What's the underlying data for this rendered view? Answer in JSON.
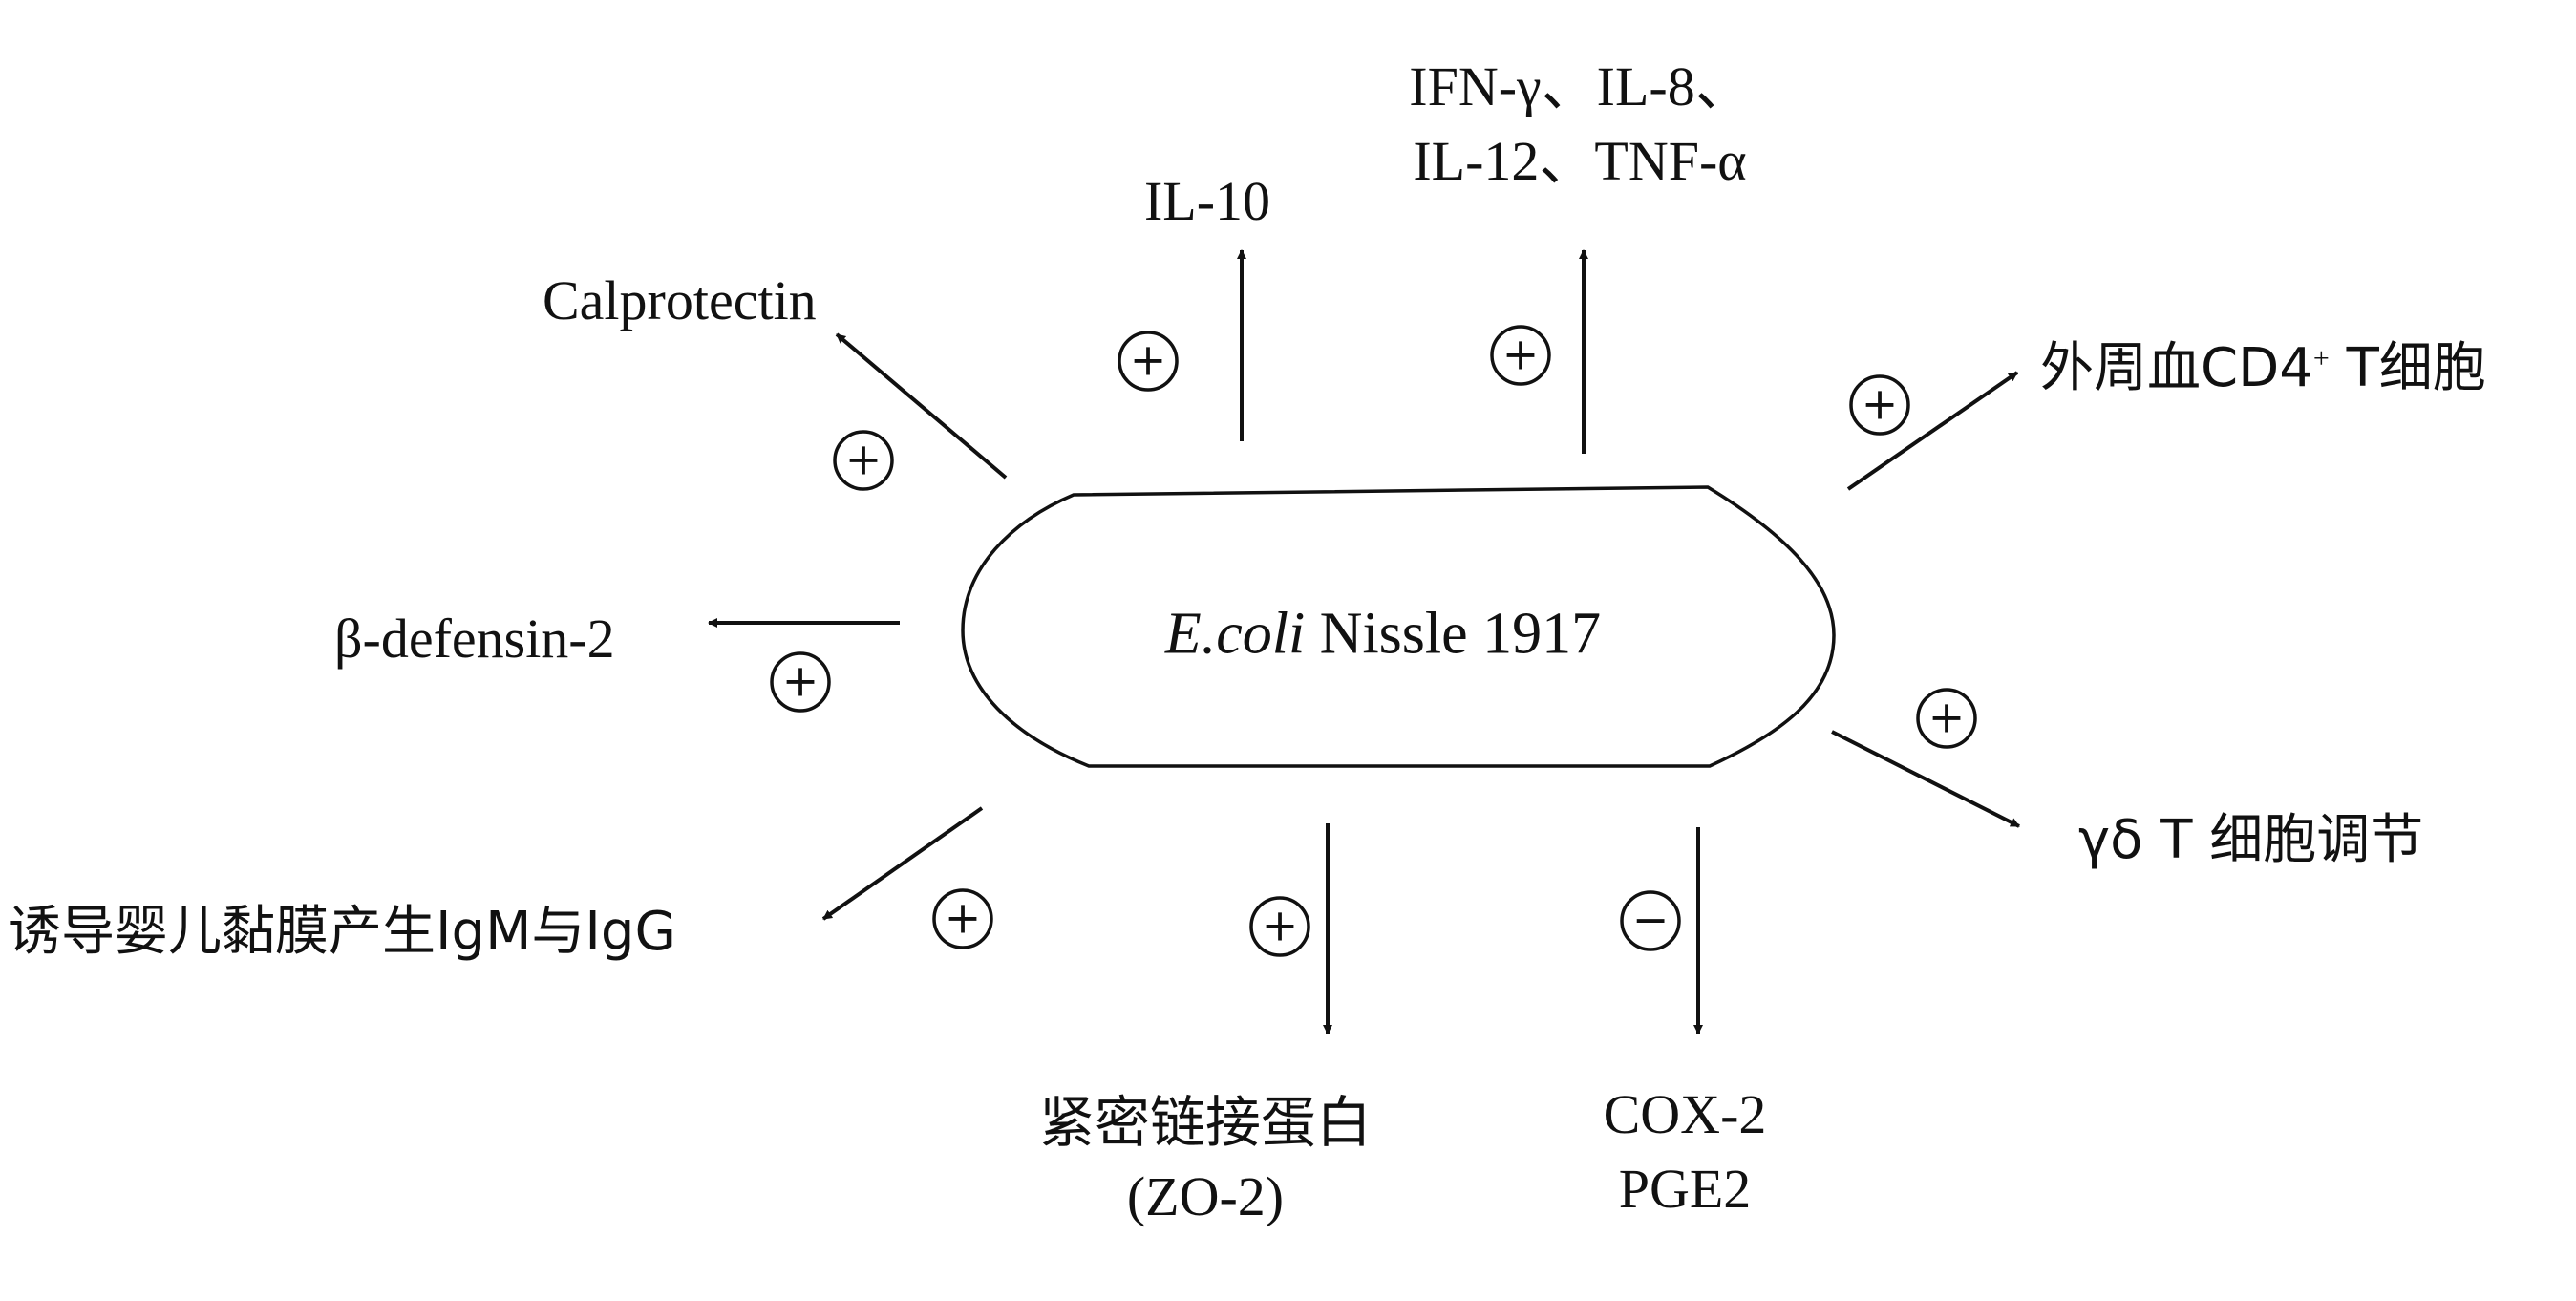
{
  "center": {
    "species": "E.coli",
    "strain": "Nissle 1917"
  },
  "effects": [
    {
      "id": "calprotectin",
      "label": "Calprotectin",
      "sign": "+"
    },
    {
      "id": "il10",
      "label": "IL-10",
      "sign": "+"
    },
    {
      "id": "cytokines",
      "label_line1": "IFN-γ、IL-8、",
      "label_line2": "IL-12、TNF-α",
      "sign": "+"
    },
    {
      "id": "cd4",
      "label_prefix": "外周血CD4",
      "label_sup": "+",
      "label_suffix": " T细胞",
      "sign": "+"
    },
    {
      "id": "gd-t",
      "label": "γδ T 细胞调节",
      "sign": "+"
    },
    {
      "id": "beta-defensin",
      "label": "β-defensin-2",
      "sign": "+"
    },
    {
      "id": "igm-igg",
      "label": "诱导婴儿黏膜产生IgM与IgG",
      "sign": "+"
    },
    {
      "id": "zo2",
      "label_line1": "紧密链接蛋白",
      "label_line2": "(ZO-2)",
      "sign": "+"
    },
    {
      "id": "cox2",
      "label_line1": "COX-2",
      "label_line2": "PGE2",
      "sign": "−"
    }
  ]
}
